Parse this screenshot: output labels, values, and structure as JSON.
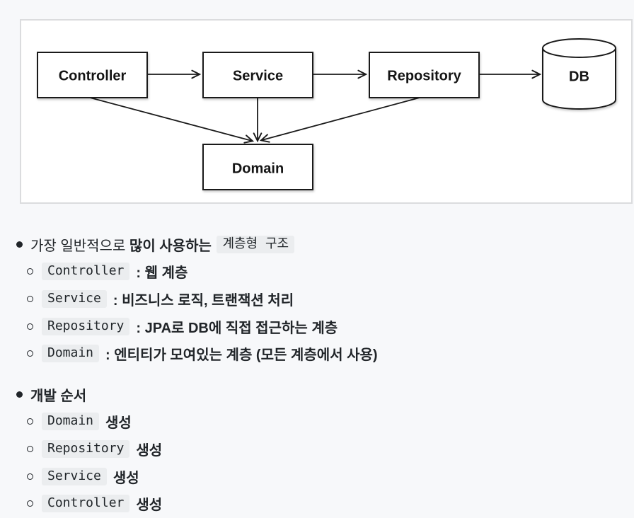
{
  "colors": {
    "page_background": "#f7f8fa",
    "panel_background": "#ffffff",
    "panel_border": "#dbdcde",
    "shape_stroke": "#1a1a1a",
    "text": "#212529",
    "code_chip_background": "#ebedef",
    "code_chip_text": "#1f2428"
  },
  "diagram": {
    "nodes": [
      {
        "id": "controller",
        "label": "Controller",
        "shape": "rect"
      },
      {
        "id": "service",
        "label": "Service",
        "shape": "rect"
      },
      {
        "id": "repository",
        "label": "Repository",
        "shape": "rect"
      },
      {
        "id": "db",
        "label": "DB",
        "shape": "cylinder"
      },
      {
        "id": "domain",
        "label": "Domain",
        "shape": "rect"
      }
    ],
    "edges": [
      {
        "from": "controller",
        "to": "service"
      },
      {
        "from": "service",
        "to": "repository"
      },
      {
        "from": "repository",
        "to": "db"
      },
      {
        "from": "controller",
        "to": "domain"
      },
      {
        "from": "service",
        "to": "domain"
      },
      {
        "from": "repository",
        "to": "domain"
      }
    ]
  },
  "lists": {
    "group1": {
      "lead_normal": "가장 일반적으로 ",
      "lead_bold": "많이 사용하는 ",
      "lead_code": "계층형 구조",
      "items": [
        {
          "code": "Controller",
          "text": ": 웹 계층"
        },
        {
          "code": "Service",
          "text": ": 비즈니스 로직, 트랜잭션 처리"
        },
        {
          "code": "Repository",
          "text": ": JPA로 DB에 직접 접근하는 계층"
        },
        {
          "code": "Domain",
          "text": ": 엔티티가 모여있는 계층 (모든 계층에서 사용)"
        }
      ]
    },
    "group2": {
      "lead_bold": "개발 순서",
      "items": [
        {
          "code": "Domain",
          "text": "생성"
        },
        {
          "code": "Repository",
          "text": "생성"
        },
        {
          "code": "Service",
          "text": "생성"
        },
        {
          "code": "Controller",
          "text": "생성"
        }
      ]
    }
  }
}
